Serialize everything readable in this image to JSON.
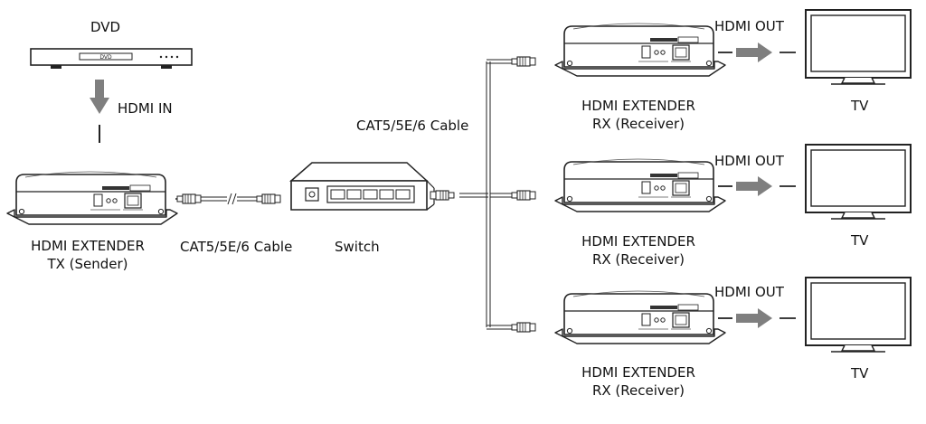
{
  "devices": {
    "dvd": {
      "label": "DVD",
      "panel_text": "DVD"
    },
    "tx": {
      "line1": "HDMI EXTENDER",
      "line2": "TX (Sender)"
    },
    "switch": {
      "label": "Switch"
    },
    "rx": [
      {
        "line1": "HDMI EXTENDER",
        "line2": "RX (Receiver)"
      },
      {
        "line1": "HDMI EXTENDER",
        "line2": "RX (Receiver)"
      },
      {
        "line1": "HDMI EXTENDER",
        "line2": "RX (Receiver)"
      }
    ],
    "tv": [
      {
        "label": "TV"
      },
      {
        "label": "TV"
      },
      {
        "label": "TV"
      }
    ]
  },
  "connections": {
    "hdmi_in": "HDMI IN",
    "hdmi_out": [
      "HDMI OUT",
      "HDMI OUT",
      "HDMI OUT"
    ],
    "cable_tx_switch": "CAT5/5E/6 Cable",
    "cable_switch_rx": "CAT5/5E/6 Cable"
  },
  "colors": {
    "line": "#222222",
    "arrow": "#7f7f7f",
    "device_fill": "#ffffff",
    "device_shade": "#e6e6e6"
  }
}
